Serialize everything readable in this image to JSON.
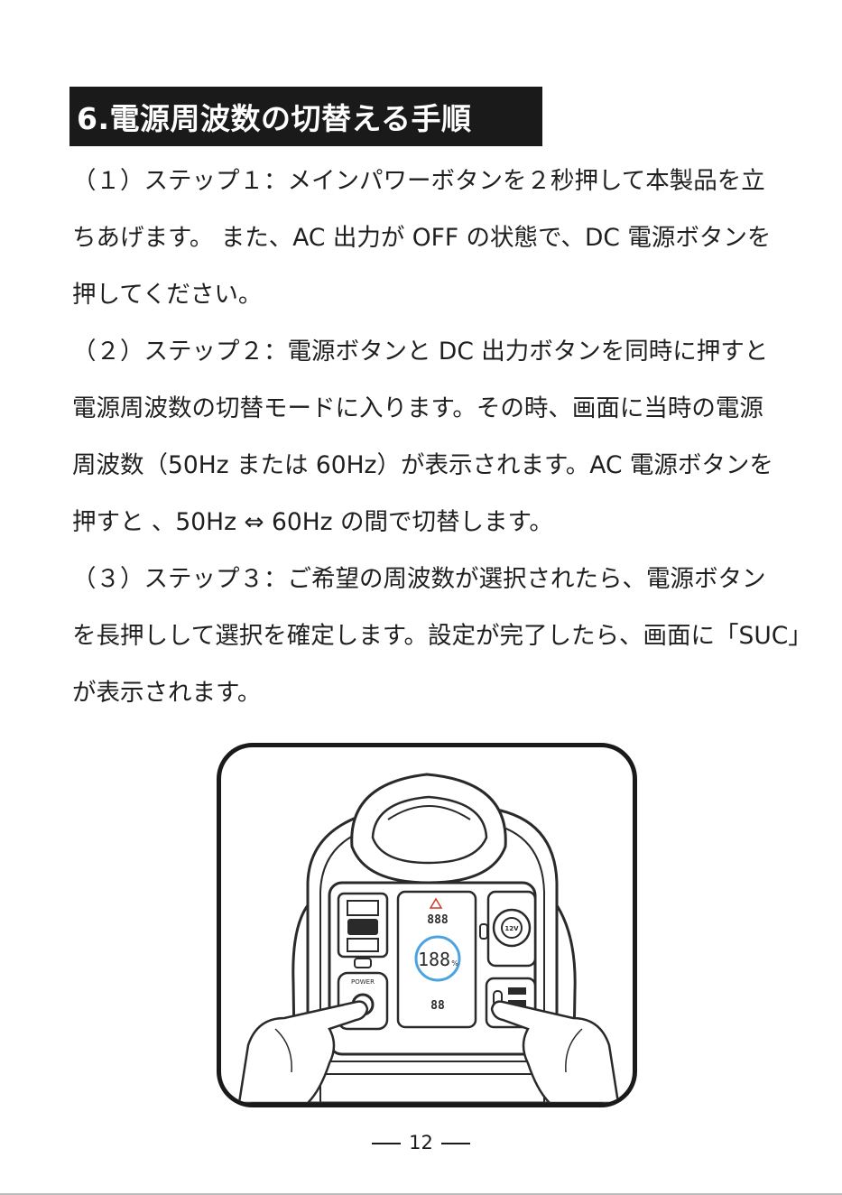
{
  "heading": "6.電源周波数の切替える手順",
  "lines": [
    "（１）ステップ１：メインパワーボタンを２秒押して本製品を立",
    "ちあげます。 また、AC 出力が OFF の状態で、DC 電源ボタンを",
    "押してください。",
    "（２）ステップ２：電源ボタンと DC 出力ボタンを同時に押すと",
    "電源周波数の切替モードに入ります。その時、画面に当時の電源",
    "周波数（50Hz または 60Hz）が表示されます。AC 電源ボタンを",
    "押すと 、50Hz ⇔ 60Hz の間で切替します。",
    "（３）ステップ３：ご希望の周波数が選択されたら、電源ボタン",
    "を長押しして選択を確定します。設定が完了したら、画面に「SUC」",
    "が表示されます。"
  ],
  "illustration": {
    "lcd_top": "888",
    "lcd_percent": "188",
    "lcd_percent_unit": "%",
    "lcd_bottom": "88",
    "power_label": "POWER",
    "socket_label": "12V",
    "warning_icon": "warning-triangle-icon",
    "hand_icon": "pointing-hand-icon"
  },
  "page_number": "12"
}
